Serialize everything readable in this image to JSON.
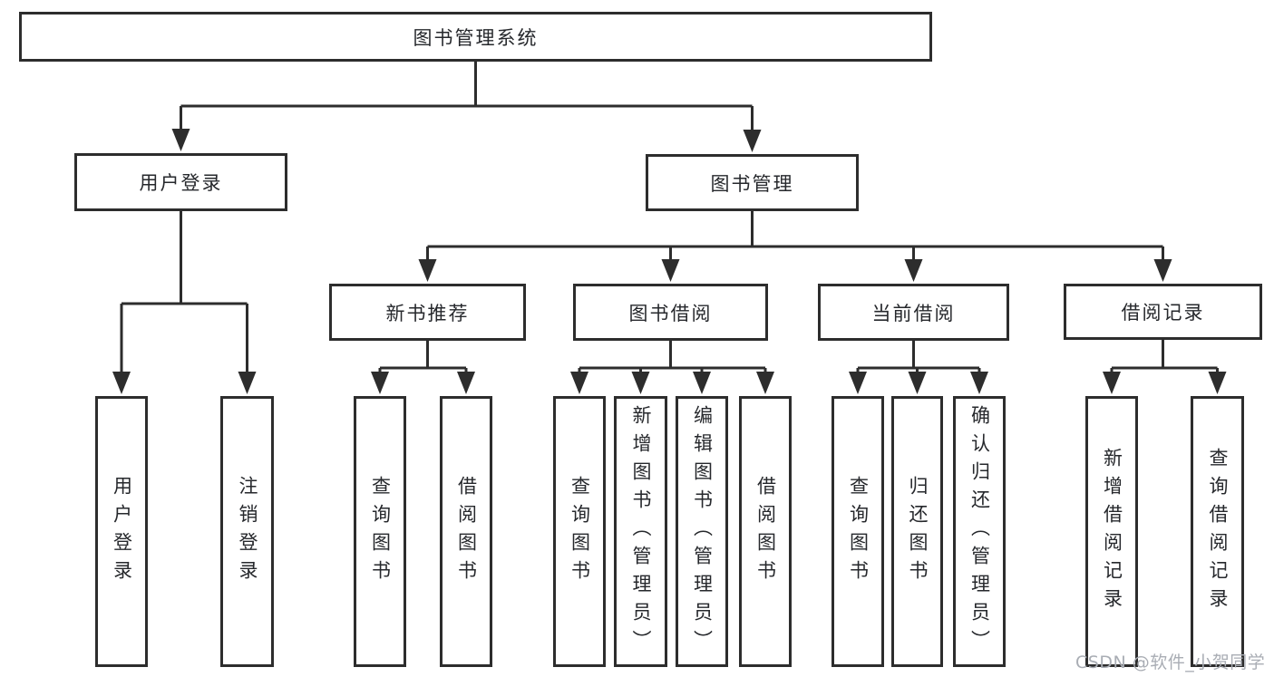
{
  "diagram": {
    "type": "hierarchy-tree",
    "title": "图书管理系统",
    "colors": {
      "line": "#2d2d2d",
      "box_border": "#2d2d2d",
      "text": "#26282c",
      "background": "#ffffff",
      "watermark_text": "#a9adb4"
    },
    "nodes": {
      "root": "图书管理系统",
      "user_login": "用户登录",
      "book_management": "图书管理",
      "new_book_recommend": "新书推荐",
      "book_borrow": "图书借阅",
      "current_borrow": "当前借阅",
      "borrow_records": "借阅记录",
      "user_login_leaf": "用户登录",
      "logout_leaf": "注销登录",
      "nb_query_books": "查询图书",
      "nb_borrow_books": "借阅图书",
      "bb_query_books": "查询图书",
      "bb_add_books": "新增图书（管理员）",
      "bb_edit_books": "编辑图书（管理员）",
      "bb_borrow_books": "借阅图书",
      "cb_query_books": "查询图书",
      "cb_return_books": "归还图书",
      "cb_confirm_return": "确认归还（管理员）",
      "br_add_record": "新增借阅记录",
      "br_query_record": "查询借阅记录"
    },
    "hierarchy": {
      "图书管理系统": [
        "用户登录",
        "图书管理"
      ],
      "用户登录": [
        "用户登录",
        "注销登录"
      ],
      "图书管理": [
        "新书推荐",
        "图书借阅",
        "当前借阅",
        "借阅记录"
      ],
      "新书推荐": [
        "查询图书",
        "借阅图书"
      ],
      "图书借阅": [
        "查询图书",
        "新增图书（管理员）",
        "编辑图书（管理员）",
        "借阅图书"
      ],
      "当前借阅": [
        "查询图书",
        "归还图书",
        "确认归还（管理员）"
      ],
      "借阅记录": [
        "新增借阅记录",
        "查询借阅记录"
      ]
    },
    "watermark": "CSDN @软件_小贺同学"
  }
}
